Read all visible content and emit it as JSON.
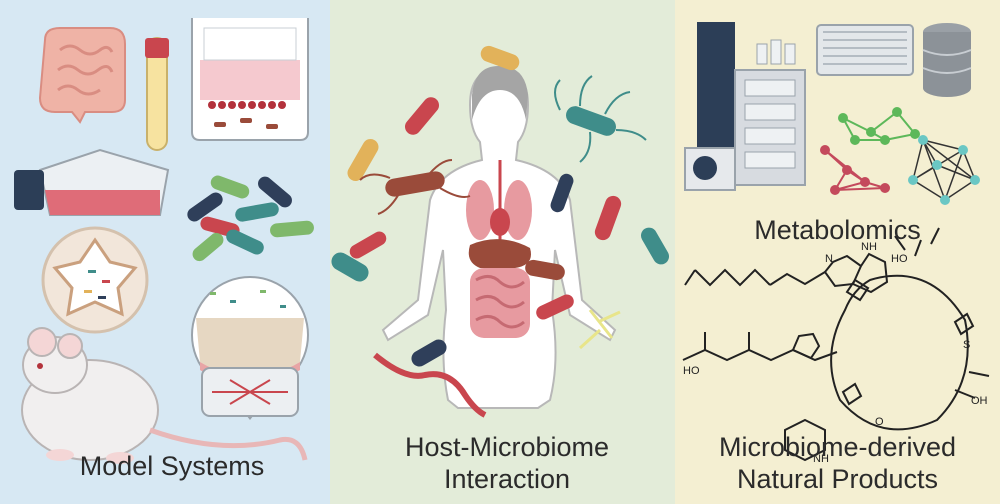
{
  "panels": {
    "model_systems": {
      "title": "Model Systems",
      "bg": "#d7e8f3"
    },
    "host_microbiome": {
      "title_line1": "Host-Microbiome",
      "title_line2": "Interaction",
      "bg": "#e3ecd9"
    },
    "natural_products": {
      "metabolomics_label": "Metabolomics",
      "title_line1": "Microbiome-derived",
      "title_line2": "Natural Products",
      "bg": "#f4efd2",
      "structure_labels": {
        "nh": "NH",
        "ho": "HO",
        "oh": "OH",
        "n": "N",
        "o": "O",
        "s": "S"
      }
    }
  },
  "colors": {
    "intestine": "#efb3a6",
    "bacteria_red": "#c9464e",
    "bacteria_teal": "#3f8d8a",
    "bacteria_navy": "#2f3f5a",
    "bacteria_green": "#7fb86b",
    "bacteria_yellow": "#e2b25a",
    "bacteria_brown": "#9a4b3a",
    "network_green": "#5db85a",
    "network_red": "#c44a5c",
    "network_teal": "#6ac7c4",
    "instrument_grey": "#c9cdd2",
    "instrument_dark": "#2c3e57"
  }
}
